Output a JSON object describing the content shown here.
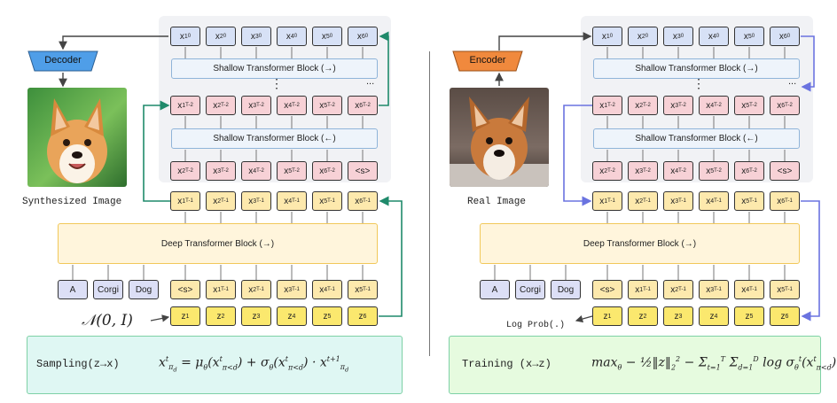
{
  "left": {
    "decoder_label": "Decoder",
    "image_caption": "Synthesized Image",
    "shallow_top": "Shallow Transformer Block (→)",
    "shallow_bottom": "Shallow Transformer Block (←)",
    "deep": "Deep Transformer Block (→)",
    "conditions": [
      "A",
      "Corgi",
      "Dog"
    ],
    "noise_label": "𝒩(0, I)",
    "formula_label": "Sampling(z→x)"
  },
  "right": {
    "encoder_label": "Encoder",
    "image_caption": "Real Image",
    "shallow_top": "Shallow Transformer Block (→)",
    "shallow_bottom": "Shallow Transformer Block (←)",
    "deep": "Deep Transformer Block (→)",
    "conditions": [
      "A",
      "Corgi",
      "Dog"
    ],
    "logprob_label": "Log Prob(.)",
    "formula_label": "Training (x→z)"
  },
  "vdots": "⋮",
  "hdots": "...",
  "colors": {
    "decoder": "#4f9ee8",
    "encoder": "#f0893d",
    "green_arrow": "#1f8a6b",
    "blue_arrow": "#6a73e0"
  }
}
